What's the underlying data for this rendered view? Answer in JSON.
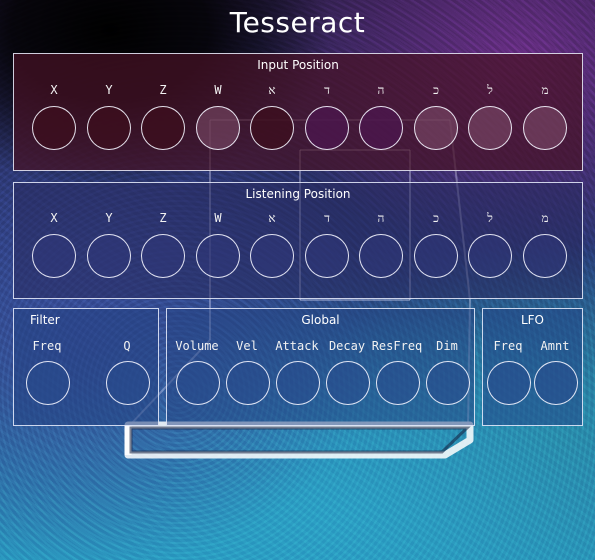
{
  "title": "Tesseract",
  "input_position": {
    "title": "Input Position",
    "knobs": [
      "X",
      "Y",
      "Z",
      "W",
      "א",
      "ד",
      "ה",
      "כ",
      "ל",
      "מ"
    ]
  },
  "listening_position": {
    "title": "Listening Position",
    "knobs": [
      "X",
      "Y",
      "Z",
      "W",
      "א",
      "ד",
      "ה",
      "כ",
      "ל",
      "מ"
    ]
  },
  "filter": {
    "title": "Filter",
    "knobs": [
      "Freq",
      "Q"
    ]
  },
  "global": {
    "title": "Global",
    "knobs": [
      "Volume",
      "Vel",
      "Attack",
      "Decay",
      "ResFreq",
      "Dim"
    ]
  },
  "lfo": {
    "title": "LFO",
    "knobs": [
      "Freq",
      "Amnt"
    ]
  },
  "colors": {
    "panel_border": "#ebf0ff",
    "input_panel_bg": "#46122a",
    "listen_panel_bg": "#282a5f",
    "control_panel_bg": "#234182",
    "text": "#ffffff"
  }
}
